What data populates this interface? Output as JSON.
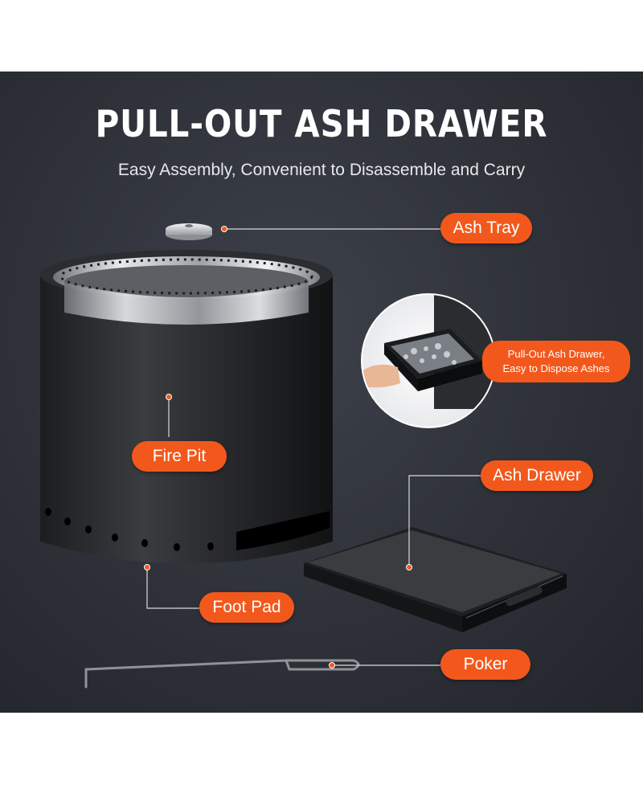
{
  "heading": {
    "title": "PULL-OUT ASH DRAWER",
    "subtitle": "Easy Assembly, Convenient to Disassemble and Carry"
  },
  "callouts": {
    "ash_tray": "Ash Tray",
    "fire_pit": "Fire Pit",
    "ash_drawer": "Ash Drawer",
    "foot_pad": "Foot Pad",
    "poker": "Poker",
    "inset_line1": "Pull-Out Ash Drawer,",
    "inset_line2": "Easy to Dispose Ashes"
  },
  "colors": {
    "accent": "#f2581c",
    "background": "#2e3138"
  }
}
